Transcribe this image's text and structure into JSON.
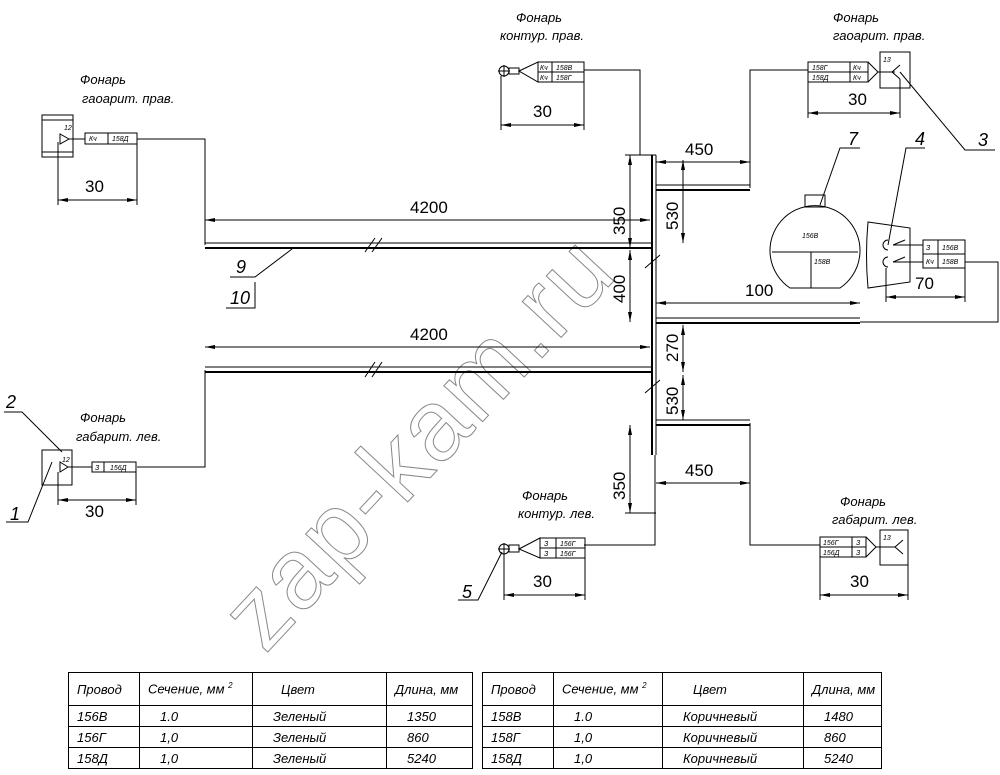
{
  "lamps": {
    "gabarit_right_left_side": {
      "title1": "Фонарь",
      "title2": "гаоарит. прав.",
      "pin": "12",
      "conn": [
        [
          "Кч",
          "158Д"
        ]
      ],
      "dim": "30"
    },
    "contour_right": {
      "title1": "Фонарь",
      "title2": "контур. прав.",
      "conn": [
        [
          "Кч",
          "158В"
        ],
        [
          "Кч",
          "158Г"
        ]
      ],
      "dim": "30"
    },
    "gabarit_right": {
      "title1": "Фонарь",
      "title2": "гаоарит. прав.",
      "pin": "13",
      "conn": [
        [
          "158Г",
          "Кч"
        ],
        [
          "158Д",
          "Кч"
        ]
      ],
      "dim": "30"
    },
    "gabarit_left": {
      "title1": "Фонарь",
      "title2": "габарит. лев.",
      "pin": "12",
      "conn": [
        [
          "З",
          "156Д"
        ]
      ],
      "dim": "30"
    },
    "contour_left": {
      "title1": "Фонарь",
      "title2": "контур. лев.",
      "conn": [
        [
          "З",
          "156Г"
        ],
        [
          "З",
          "156Г"
        ]
      ],
      "dim": "30"
    },
    "gabarit_left_right_side": {
      "title1": "Фонарь",
      "title2": "габарит. лев.",
      "pin": "13",
      "conn": [
        [
          "156Г",
          "З"
        ],
        [
          "156Д",
          "З"
        ]
      ],
      "dim": "30"
    },
    "item4": {
      "conn": [
        [
          "З",
          "156В"
        ],
        [
          "Кч",
          "158В"
        ]
      ],
      "dim": "70"
    },
    "item7": {
      "top": "156В",
      "bottom": "158В"
    }
  },
  "dimensions": {
    "top_len": "4200",
    "bottom_len": "4200",
    "d450_top": "450",
    "d450_bottom": "450",
    "d350_top": "350",
    "d530_top": "530",
    "d400": "400",
    "d100": "100",
    "d270": "270",
    "d530_bottom": "530",
    "d350_bottom": "350"
  },
  "callouts": {
    "c1": "1",
    "c2": "2",
    "c3": "3",
    "c4": "4",
    "c5": "5",
    "c7": "7",
    "c9": "9",
    "c10": "10"
  },
  "watermark": "zap-kam.ru",
  "tables": [
    {
      "headers": [
        "Провод",
        "Сечение, мм",
        "Цвет",
        "Длина, мм"
      ],
      "sup": "2",
      "rows": [
        [
          "156В",
          "1.0",
          "Зеленый",
          "1350"
        ],
        [
          "156Г",
          "1,0",
          "Зеленый",
          "860"
        ],
        [
          "158Д",
          "1,0",
          "Зеленый",
          "5240"
        ]
      ]
    },
    {
      "headers": [
        "Провод",
        "Сечение, мм",
        "Цвет",
        "Длина, мм"
      ],
      "sup": "2",
      "rows": [
        [
          "158В",
          "1.0",
          "Коричневый",
          "1480"
        ],
        [
          "158Г",
          "1,0",
          "Коричневый",
          "860"
        ],
        [
          "158Д",
          "1,0",
          "Коричневый",
          "5240"
        ]
      ]
    }
  ]
}
